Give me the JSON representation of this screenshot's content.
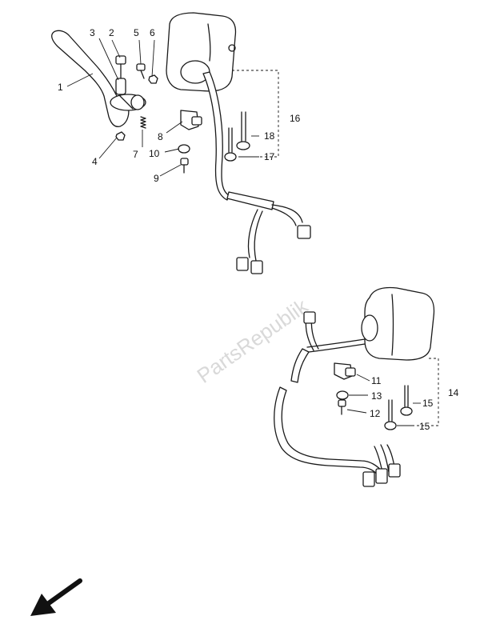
{
  "diagram": {
    "callouts": {
      "c1": "1",
      "c2": "2",
      "c3": "3",
      "c4": "4",
      "c5": "5",
      "c6": "6",
      "c7": "7",
      "c8": "8",
      "c9": "9",
      "c10": "10",
      "c11": "11",
      "c12": "12",
      "c13": "13",
      "c14": "14",
      "c15a": "15",
      "c15b": "15",
      "c16": "16",
      "c17": "17",
      "c18": "18"
    },
    "watermark": "PartsRepublik",
    "icons": {
      "direction": "arrow-down-left-icon"
    },
    "colors": {
      "line": "#1a1a1a",
      "watermark": "#d9d9d9"
    }
  }
}
